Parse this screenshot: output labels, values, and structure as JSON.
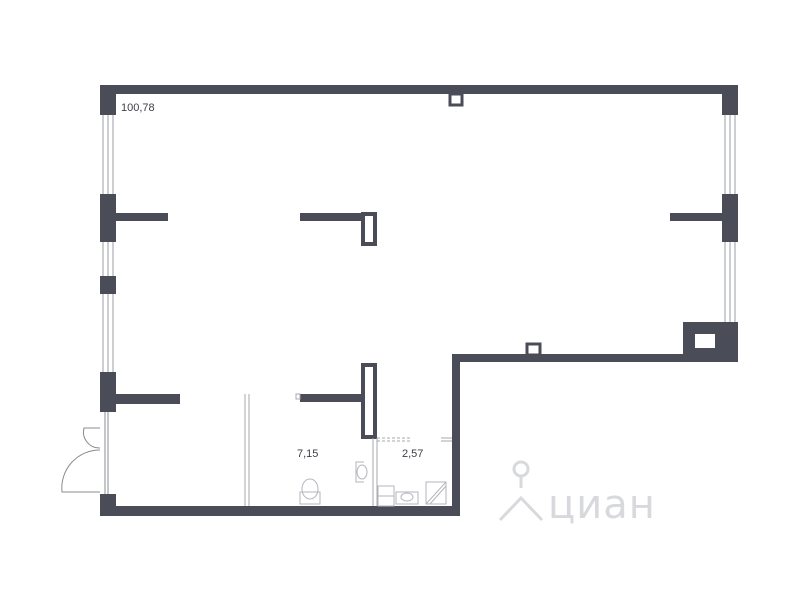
{
  "plan": {
    "wall_color": "#4a4d57",
    "rooms": [
      {
        "id": "main-hall",
        "area": "100,78"
      },
      {
        "id": "bathroom-1",
        "area": "7,15"
      },
      {
        "id": "bathroom-2",
        "area": "2,57"
      }
    ]
  },
  "watermark": {
    "text": "циан",
    "color": "#d8d9dd",
    "icon": "location-pin-person-icon"
  }
}
